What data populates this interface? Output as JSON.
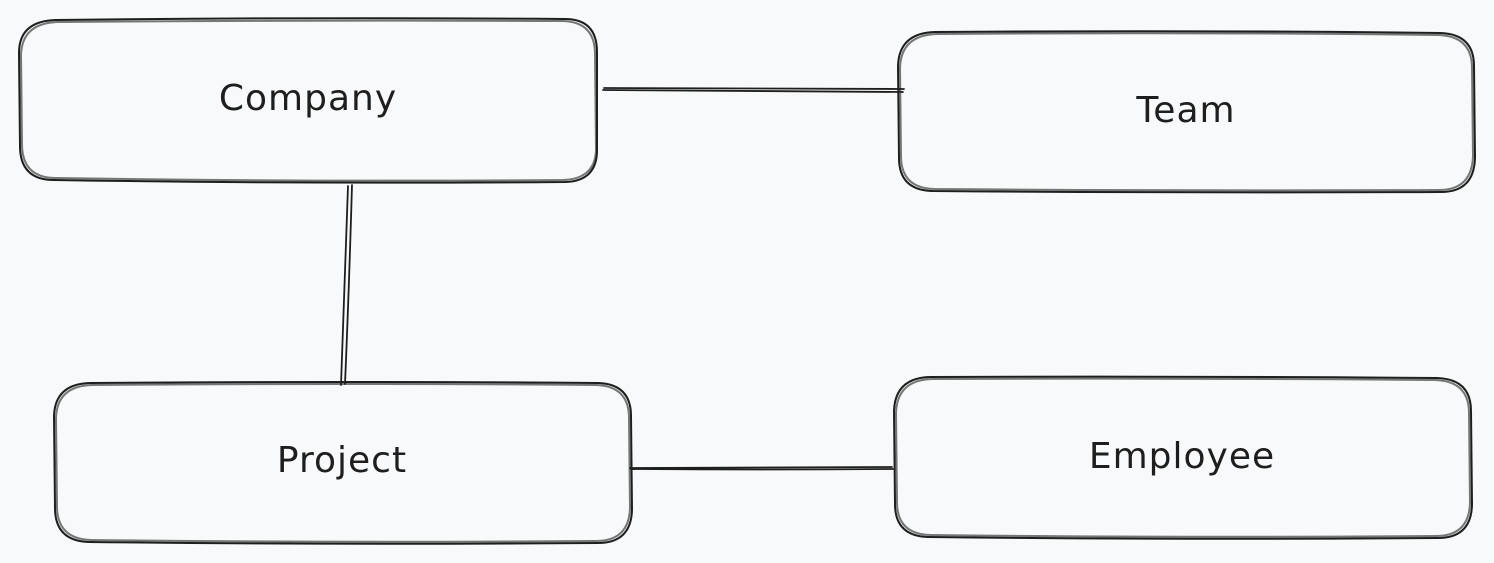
{
  "diagram": {
    "background": "#f8f9fa",
    "stroke_color": "#1e1e1e",
    "nodes": [
      {
        "id": "company",
        "label": "Company"
      },
      {
        "id": "team",
        "label": "Team"
      },
      {
        "id": "project",
        "label": "Project"
      },
      {
        "id": "employee",
        "label": "Employee"
      }
    ],
    "edges": [
      {
        "from": "company",
        "to": "team"
      },
      {
        "from": "company",
        "to": "project"
      },
      {
        "from": "project",
        "to": "employee"
      }
    ]
  }
}
